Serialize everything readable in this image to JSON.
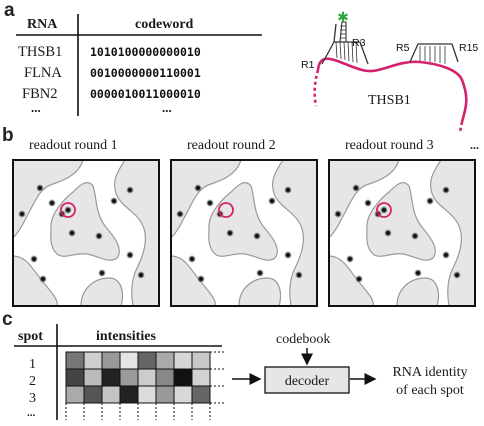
{
  "panel_labels": {
    "a": "a",
    "b": "b",
    "c": "c"
  },
  "panel_a": {
    "col_rna": "RNA",
    "col_codeword": "codeword",
    "rows": [
      {
        "rna": "THSB1",
        "codeword": "1010100000000010"
      },
      {
        "rna": "FLNA",
        "codeword": "0010000000110001"
      },
      {
        "rna": "FBN2",
        "codeword": "0000010011000010"
      }
    ],
    "ellipsis_rna": "...",
    "ellipsis_codeword": "...",
    "probe_labels": [
      "R1",
      "R3",
      "R5",
      "R15"
    ],
    "transcript_label": "THSB1",
    "colors": {
      "transcript": "#d6226e",
      "fluor": "#2aa63a"
    }
  },
  "panel_b": {
    "rounds": [
      "readout round 1",
      "readout round 2",
      "readout round 3"
    ],
    "more": "...",
    "colors": {
      "cell_fill": "#e6e6e6",
      "cell_stroke": "#9a9a9a",
      "highlight": "#d6226e"
    }
  },
  "panel_c": {
    "spot_header": "spot",
    "intensities_header": "intensities",
    "spot_rows": [
      "1",
      "2",
      "3",
      "..."
    ],
    "codebook_label": "codebook",
    "decoder_label": "decoder",
    "output_line1": "RNA identity",
    "output_line2": "of each spot"
  }
}
